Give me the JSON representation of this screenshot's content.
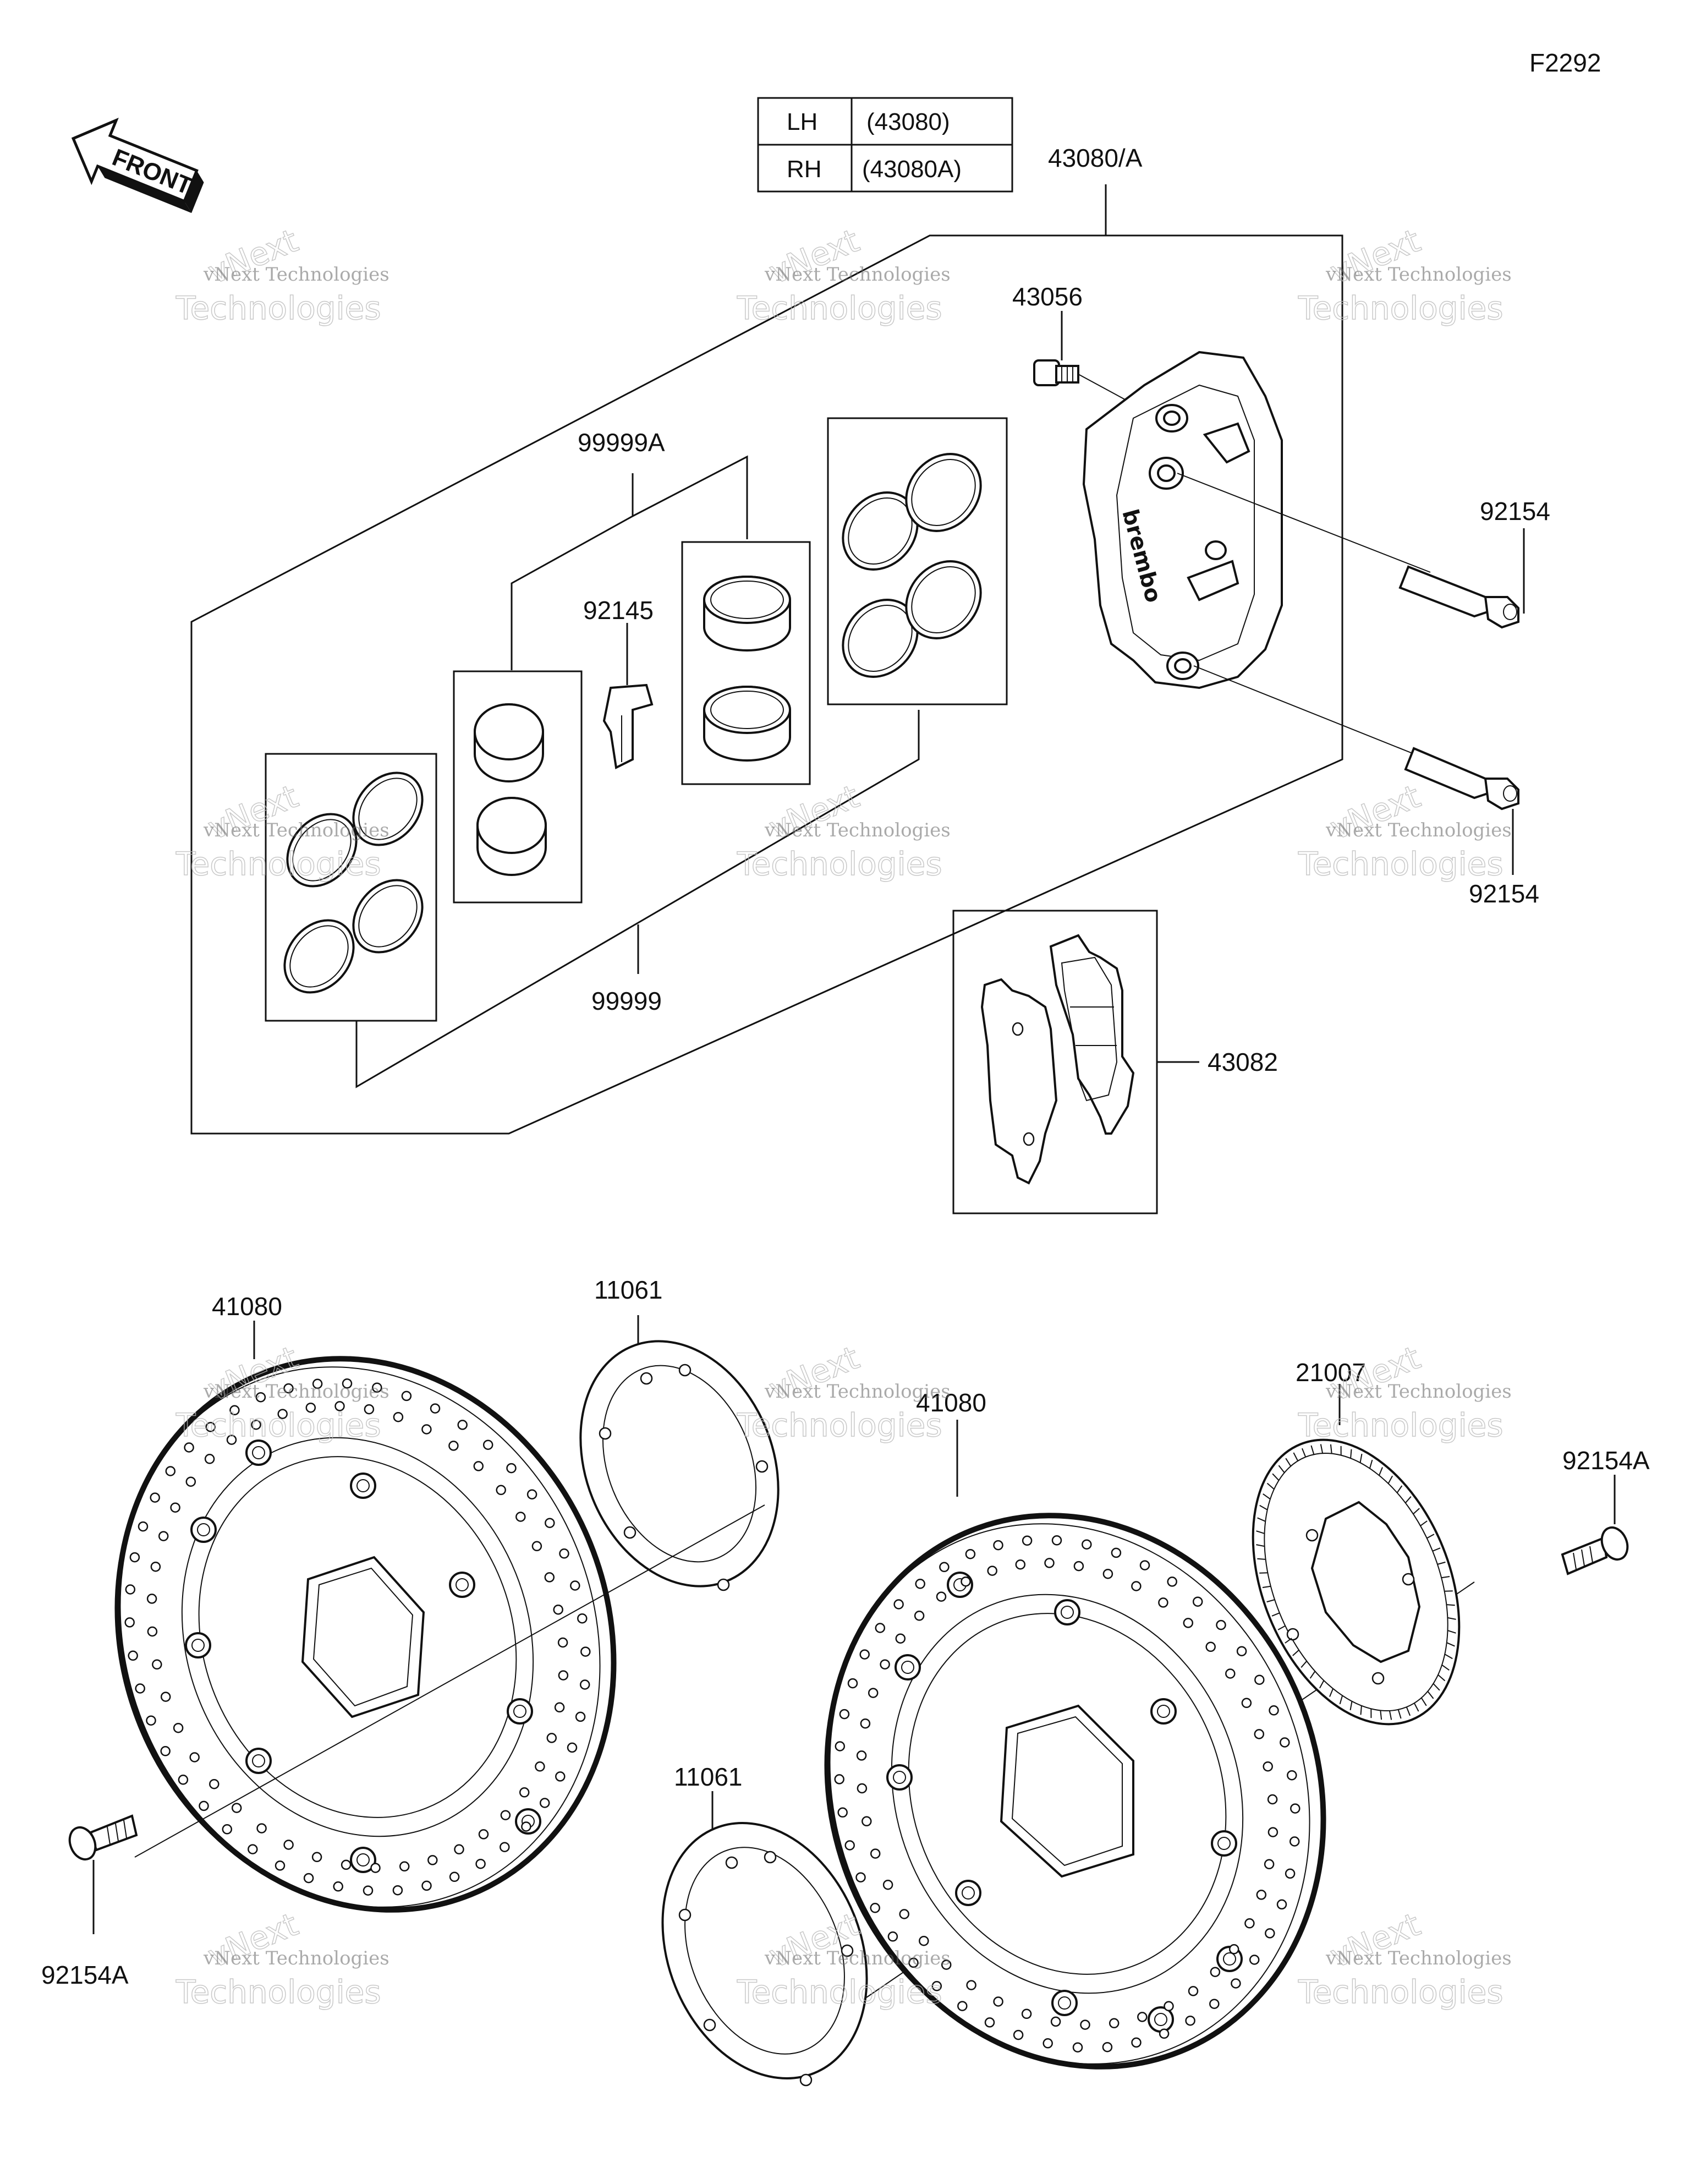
{
  "diagram": {
    "figure_code": "F2292",
    "front_label": "FRONT",
    "table": {
      "rows": [
        {
          "side": "LH",
          "part": "(43080)"
        },
        {
          "side": "RH",
          "part": "(43080A)"
        }
      ]
    },
    "labels": {
      "caliper_assy": "43080/A",
      "bleeder": "43056",
      "seal_kit_a": "99999A",
      "seal_kit": "99999",
      "spring": "92145",
      "bolt_upper": "92154",
      "bolt_lower": "92154",
      "pads": "43082",
      "disc_left": "41080",
      "disc_right": "41080",
      "shim_upper": "11061",
      "shim_lower": "11061",
      "abs_rotor": "21007",
      "disc_bolt_right": "92154A",
      "disc_bolt_left": "92154A",
      "caliper_brand": "brembo"
    },
    "watermark": {
      "line1": "vNext Technologies",
      "line2": "vNext\nTechnologies"
    }
  }
}
